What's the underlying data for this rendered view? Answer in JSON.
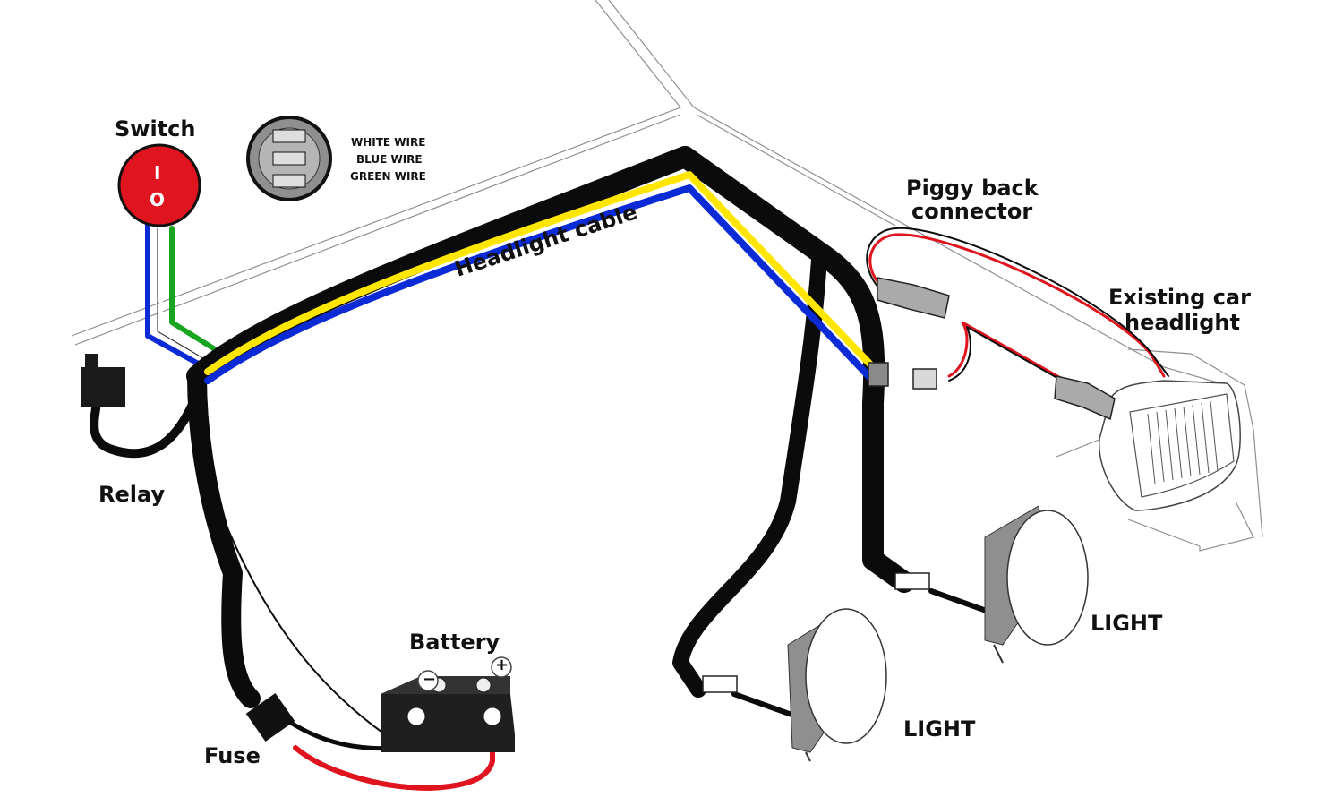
{
  "labels": {
    "switch": "Switch",
    "switch_on_symbol": "I",
    "switch_off_symbol": "O",
    "headlight_cable": "Headlight cable",
    "piggy_back_line1": "Piggy back",
    "piggy_back_line2": "connector",
    "existing_line1": "Existing car",
    "existing_line2": "headlight",
    "relay": "Relay",
    "battery": "Battery",
    "fuse": "Fuse",
    "light_right": "LIGHT",
    "light_left": "LIGHT",
    "battery_minus": "−",
    "battery_plus": "+"
  },
  "legend": {
    "items": [
      "WHITE WIRE",
      "BLUE WIRE",
      "GREEN WIRE"
    ]
  },
  "colors": {
    "harness": "#0b0b0b",
    "yellow_wire": "#ffe600",
    "blue_wire": "#0a2bd6",
    "green_wire": "#18a51f",
    "white_wire": "#ffffff",
    "red_wire": "#e0141e",
    "switch_red": "#e0141e",
    "light_grey": "#9a9a9a",
    "body_outline": "#9a9a9a"
  }
}
